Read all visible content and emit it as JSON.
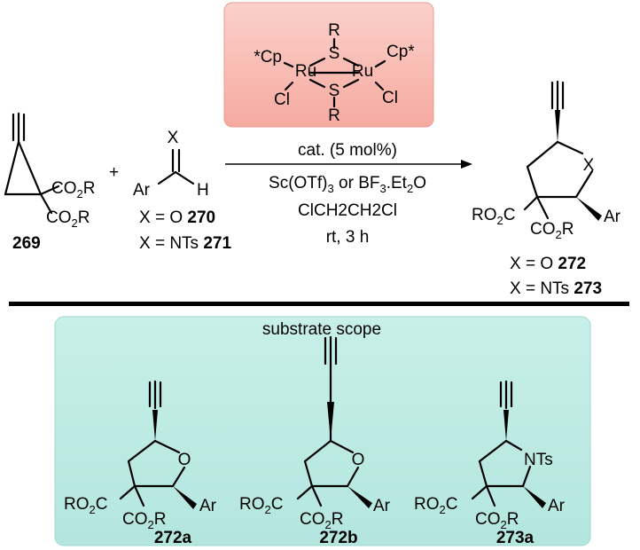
{
  "catalyst": {
    "r_top": "R",
    "s_top": "S",
    "cp_left": "*Cp",
    "ru_left": "Ru",
    "ru_right": "Ru",
    "cp_right": "Cp*",
    "s_bottom": "S",
    "cl_left": "Cl",
    "cl_right": "Cl",
    "r_bottom": "R",
    "box_color": "#f8b5ad"
  },
  "reactant_1": {
    "ester_1": "CO",
    "ester_1_sub": "2",
    "ester_1_r": "R",
    "ester_2": "CO",
    "ester_2_sub": "2",
    "ester_2_r": "R",
    "number": "269"
  },
  "plus": "+",
  "reactant_2": {
    "x": "X",
    "ar": "Ar",
    "h": "H",
    "line_1_text": "X = O ",
    "line_1_num": "270",
    "line_2_text": "X = NTs ",
    "line_2_num": "271"
  },
  "conditions": {
    "above": "cat. (5 mol%)",
    "below_1a": "Sc(OTf)",
    "below_1sub": "3",
    "below_1b": " or BF",
    "below_1sub2": "3",
    "below_1c": ".Et",
    "below_1sub3": "2",
    "below_1d": "O",
    "below_2": "ClCH2CH2Cl",
    "below_3": "rt, 3 h"
  },
  "product": {
    "x": "X",
    "ro2c_a": "RO",
    "ro2c_sub": "2",
    "ro2c_b": "C",
    "co2r_a": "CO",
    "co2r_sub": "2",
    "co2r_b": "R",
    "ar": "Ar",
    "line_1_text": "X = O ",
    "line_1_num": "272",
    "line_2_text": "X = NTs ",
    "line_2_num": "273"
  },
  "scope": {
    "title": "substrate scope",
    "box_color": "#bfebe5",
    "items": [
      {
        "hetero": "O",
        "ro2c_a": "RO",
        "ro2c_sub": "2",
        "ro2c_b": "C",
        "co2r_a": "CO",
        "co2r_sub": "2",
        "co2r_b": "R",
        "ar": "Ar",
        "label": "272a"
      },
      {
        "hetero": "O",
        "ro2c_a": "RO",
        "ro2c_sub": "2",
        "ro2c_b": "C",
        "co2r_a": "CO",
        "co2r_sub": "2",
        "co2r_b": "R",
        "ar": "Ar",
        "label": "272b"
      },
      {
        "hetero": "NTs",
        "ro2c_a": "RO",
        "ro2c_sub": "2",
        "ro2c_b": "C",
        "co2r_a": "CO",
        "co2r_sub": "2",
        "co2r_b": "R",
        "ar": "Ar",
        "label": "273a"
      }
    ]
  }
}
